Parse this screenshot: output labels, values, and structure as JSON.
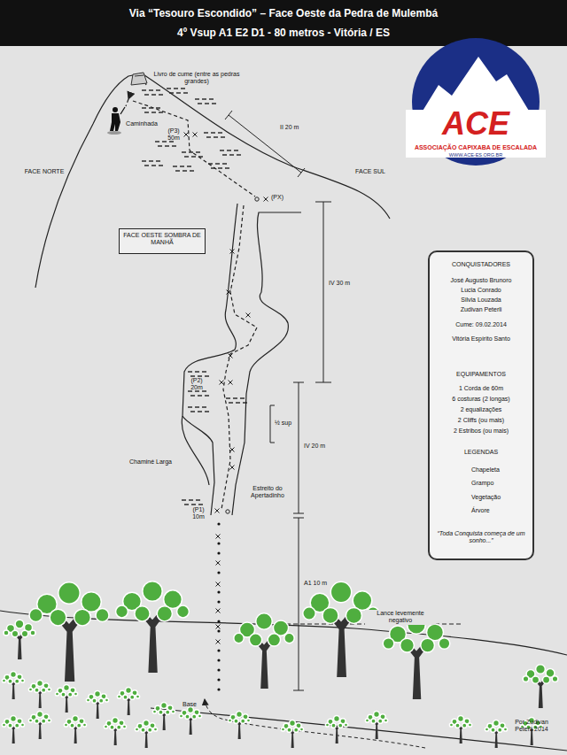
{
  "diagram": {
    "title": "Via “Tesouro Escondido” – Face Oeste da Pedra de Mulembá",
    "nodes": [
      {
        "text": [
          "FACE OESTE SOMBRA DE MANHÃ"
        ]
      },
      {
        "text": [
          "CONQUISTADORES",
          "José Augusto Brunoro",
          "Lucia Conrado",
          "Silvia Louzada",
          "Zudivan Peterli",
          "Cume: 09.02.2014",
          "Vitória Espírito Santo",
          "EQUIPAMENTOS",
          "1 Corda de 60m",
          "6 costuras (2 longas)",
          "2 equalizações",
          "2 Cliffs (ou mais)",
          "2 Estribos (ou mais)",
          "LEGENDAS",
          "“Toda Conquista começa de um sonho...”"
        ]
      }
    ],
    "edges": [],
    "labels": [
      "4º Vsup A1 E2 D1 - 80 metros - Vitória / ES",
      "Livro de cume (entre as pedras grandes)",
      "Caminhada",
      "(P3) 50m",
      "II 20 m",
      "FACE NORTE",
      "FACE SUL",
      "(PX)",
      "IV 30 m",
      "(P2) 20m",
      "½ sup",
      "IV 20 m",
      "Chaminé Larga",
      "Estreito do Apertadinho",
      "(P1) 10m",
      "A1 10 m",
      "Lance levemente negativo",
      "Base",
      "Por Zudivan Peterli 2014",
      "ACE",
      "ASSOCIAÇÃO CAPIXABA DE ESCALADA",
      "WWW.ACE-ES.ORG.BR"
    ],
    "legend": [
      {
        "text": "Chapeleta"
      },
      {
        "text": "Grampo"
      },
      {
        "text": "Vegetação"
      },
      {
        "text": "Árvore"
      }
    ]
  }
}
